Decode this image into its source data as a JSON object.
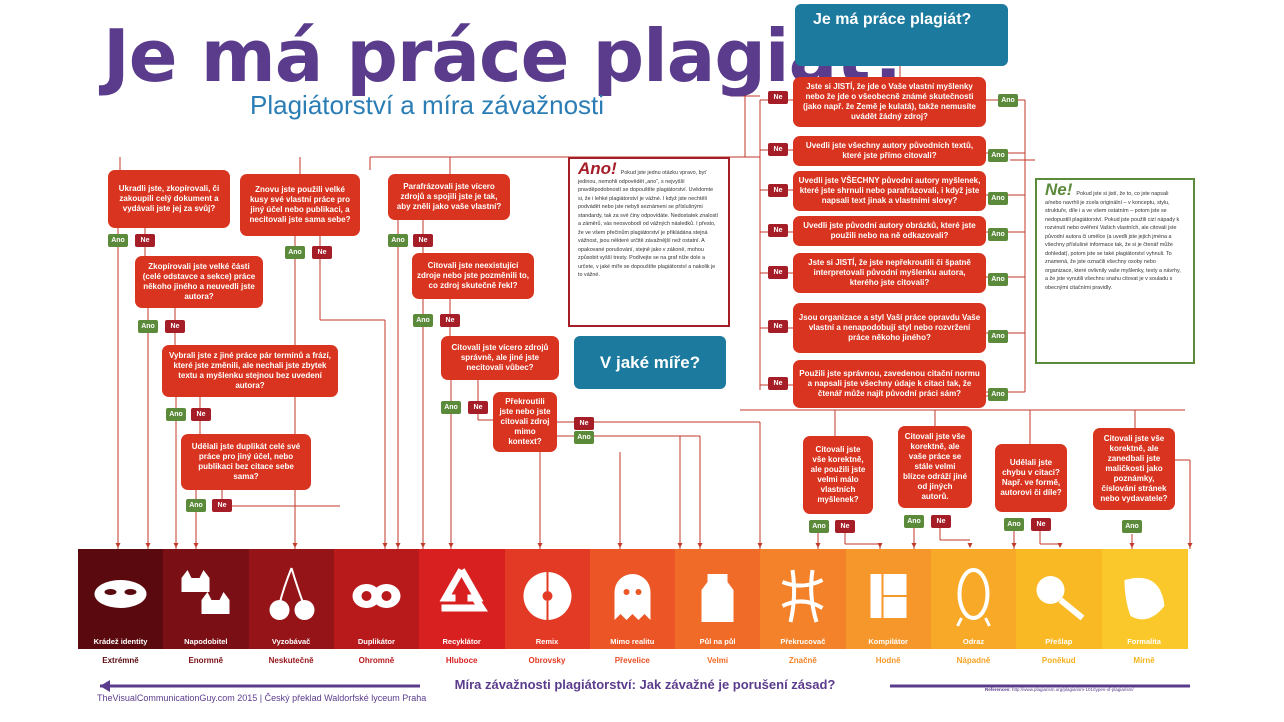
{
  "title": "Je má práce plagiát?",
  "subtitle": "Plagiátorství a míra závažnosti",
  "start_box": "Je má práce plagiát?",
  "middle_box": "V jaké míře?",
  "yes_label": "Ano",
  "no_label": "Ne",
  "right_questions": [
    "Jste si JISTÍ, že jde o Vaše vlastní myšlenky nebo že jde o všeobecně známé skutečnosti (jako např. že Země je kulatá), takže nemusíte uvádět žádný zdroj?",
    "Uvedli jste všechny autory původních textů, které jste přímo citovali?",
    "Uvedli jste VŠECHNY původní autory myšlenek, které jste shrnuli nebo parafrázovali, i když jste napsali text jinak a vlastními slovy?",
    "Uvedli jste původní autory obrázků, které jste použili nebo na ně odkazovali?",
    "Jste si JISTÍ, že jste nepřekroutili či špatně interpretovali původní myšlenku autora, kterého jste citovali?",
    "Jsou organizace a styl Vaší práce opravdu Vaše vlastní a nenapodobují styl nebo rozvržení práce někoho jiného?",
    "Použili jste správnou, zavedenou citační normu a napsali jste všechny údaje k citaci tak, že čtenář může najít původní práci sám?"
  ],
  "left_questions": [
    "Ukradli jste, zkopírovali, či zakoupili celý dokument a vydávali jste jej za svůj?",
    "Zkopírovali jste velké části (celé odstavce a sekce) práce někoho jiného a neuvedli jste autora?",
    "Vybrali jste z jiné práce pár termínů a frází, které jste změnili, ale nechali jste zbytek textu a myšlenku stejnou bez uvedení autora?",
    "Udělali jste duplikát celé své práce pro jiný účel, nebo publikaci bez citace sebe sama?",
    "Znovu jste použili velké kusy své vlastní práce pro jiný účel nebo publikaci, a necitovali jste sama sebe?",
    "Parafrázovali jste vícero zdrojů a spojili jste je tak, aby zněli jako vaše vlastní?",
    "Citovali jste neexistující zdroje nebo jste pozměnili to, co zdroj skutečně řekl?",
    "Citovali jste vícero zdrojů správně, ale jiné jste necitovali vůbec?",
    "Překroutili jste nebo jste citovali zdroj mimo kontext?"
  ],
  "bottom_questions": [
    "Citovali jste vše korektně, ale použili jste velmi málo vlastních myšlenek?",
    "Citovali jste vše korektně, ale vaše práce se stále velmi blízce odráží jiné od jiných autorů.",
    "Udělali jste chybu v citaci? Např. ve formě, autorovi či díle?",
    "Citovali jste vše korektně, ale zanedbali jste maličkosti jako poznámky, číslování stránek nebo vydavatele?"
  ],
  "ano_panel": {
    "heading": "Ano!",
    "text": "Pokud jste jednu otázku vpravo, byť jedinou, nemohli odpovědět „ano“, s nejvyšší pravděpodobností se dopouštíte plagiátorství. Uvědomte si, že i lehké plagiátorství je vážné. I když jste nechtěli podvádět nebo jste nebyli seznámeni se příslušnými standardy, tak za své činy odpovídáte. Nedostatek znalostí a záměrů, vás neosvobodí od vážných následků. I přesto, že ve všem přečinům plagiátorství je přikládána stejná vážnost, jsou některé určitě závažnější než ostatní. A opakované porušování, stejně jako v zákoně, mohou způsobit vyšší tresty. Podívejte se na graf níže dole a určete, v jaké míře se dopouštíte plagiátorství a nakolik je to vážné."
  },
  "ne_panel": {
    "heading": "Ne!",
    "text": "Pokud jste si jistí, že to, co jste napsali a/nebo navrhli je zcela originální – v konceptu, stylu, struktuře, díle i a ve všem ostatním – potom jste se nedopustili plagiátorství. Pokud jste použili cizí nápady k rozvinutí nebo ověření Vašich vlastních, ale citovali jste původní autora či umělce (a uvedli jste jejich jména a všechny příslušné informace tak, že si je čtenář může dohledat), potom jste se také plagiátorství vyhnuli. To znamená, že jste označili všechny osoby nebo organizace, které ovlivnily vaše myšlenky, texty a návrhy, a že jste vynutili všechnu snahu citovat je v souladu s obecnými citačními pravidly."
  },
  "categories": [
    {
      "name": "Krádež identity",
      "level": "Extrémně",
      "color": "#5a0a0f",
      "level_color": "#5a0a0f",
      "icon": "mask-icon"
    },
    {
      "name": "Napodobitel",
      "level": "Enormně",
      "color": "#7a0f15",
      "level_color": "#7a0f15",
      "icon": "cats-icon"
    },
    {
      "name": "Vyzobávač",
      "level": "Neskutečně",
      "color": "#951418",
      "level_color": "#951418",
      "icon": "cherries-icon"
    },
    {
      "name": "Duplikátor",
      "level": "Ohromně",
      "color": "#b81a1c",
      "level_color": "#b81a1c",
      "icon": "duplicate-icon"
    },
    {
      "name": "Recyklátor",
      "level": "Hluboce",
      "color": "#d92020",
      "level_color": "#d92020",
      "icon": "recycle-icon"
    },
    {
      "name": "Remix",
      "level": "Obrovsky",
      "color": "#e23a24",
      "level_color": "#e23a24",
      "icon": "disc-icon"
    },
    {
      "name": "Mimo realitu",
      "level": "Převelice",
      "color": "#ec5526",
      "level_color": "#e85024",
      "icon": "ghost-icon"
    },
    {
      "name": "Půl na půl",
      "level": "Velmi",
      "color": "#f06b28",
      "level_color": "#ef6a28",
      "icon": "milk-icon"
    },
    {
      "name": "Překrucovač",
      "level": "Značně",
      "color": "#f3822a",
      "level_color": "#f3822a",
      "icon": "twist-icon"
    },
    {
      "name": "Kompilátor",
      "level": "Hodně",
      "color": "#f5972a",
      "level_color": "#f5972a",
      "icon": "grid-icon"
    },
    {
      "name": "Odraz",
      "level": "Nápadně",
      "color": "#f7a927",
      "level_color": "#f5a125",
      "icon": "mirror-icon"
    },
    {
      "name": "Přešlap",
      "level": "Poněkud",
      "color": "#f8b924",
      "level_color": "#f3ad1c",
      "icon": "magnifier-icon"
    },
    {
      "name": "Formalita",
      "level": "Mírně",
      "color": "#fac82a",
      "level_color": "#f3b51d",
      "icon": "leaf-icon"
    }
  ],
  "severity_caption": "Míra závažnosti plagiátorství: Jak závažné je porušení zásad?",
  "footer_credit": "TheVisualCommunicationGuy.com 2015 | Český překlad Waldorfské lyceum Praha",
  "references_label": "References:",
  "references_url": "http://www.plagiarism.org/plagiarism-101/types-of-plagiarism/",
  "colors": {
    "title": "#5b3c8c",
    "question": "#d9341f",
    "blue": "#1b7a9e",
    "yes": "#5b8a3a",
    "no": "#a51d27",
    "caption": "#5b3c8c"
  }
}
